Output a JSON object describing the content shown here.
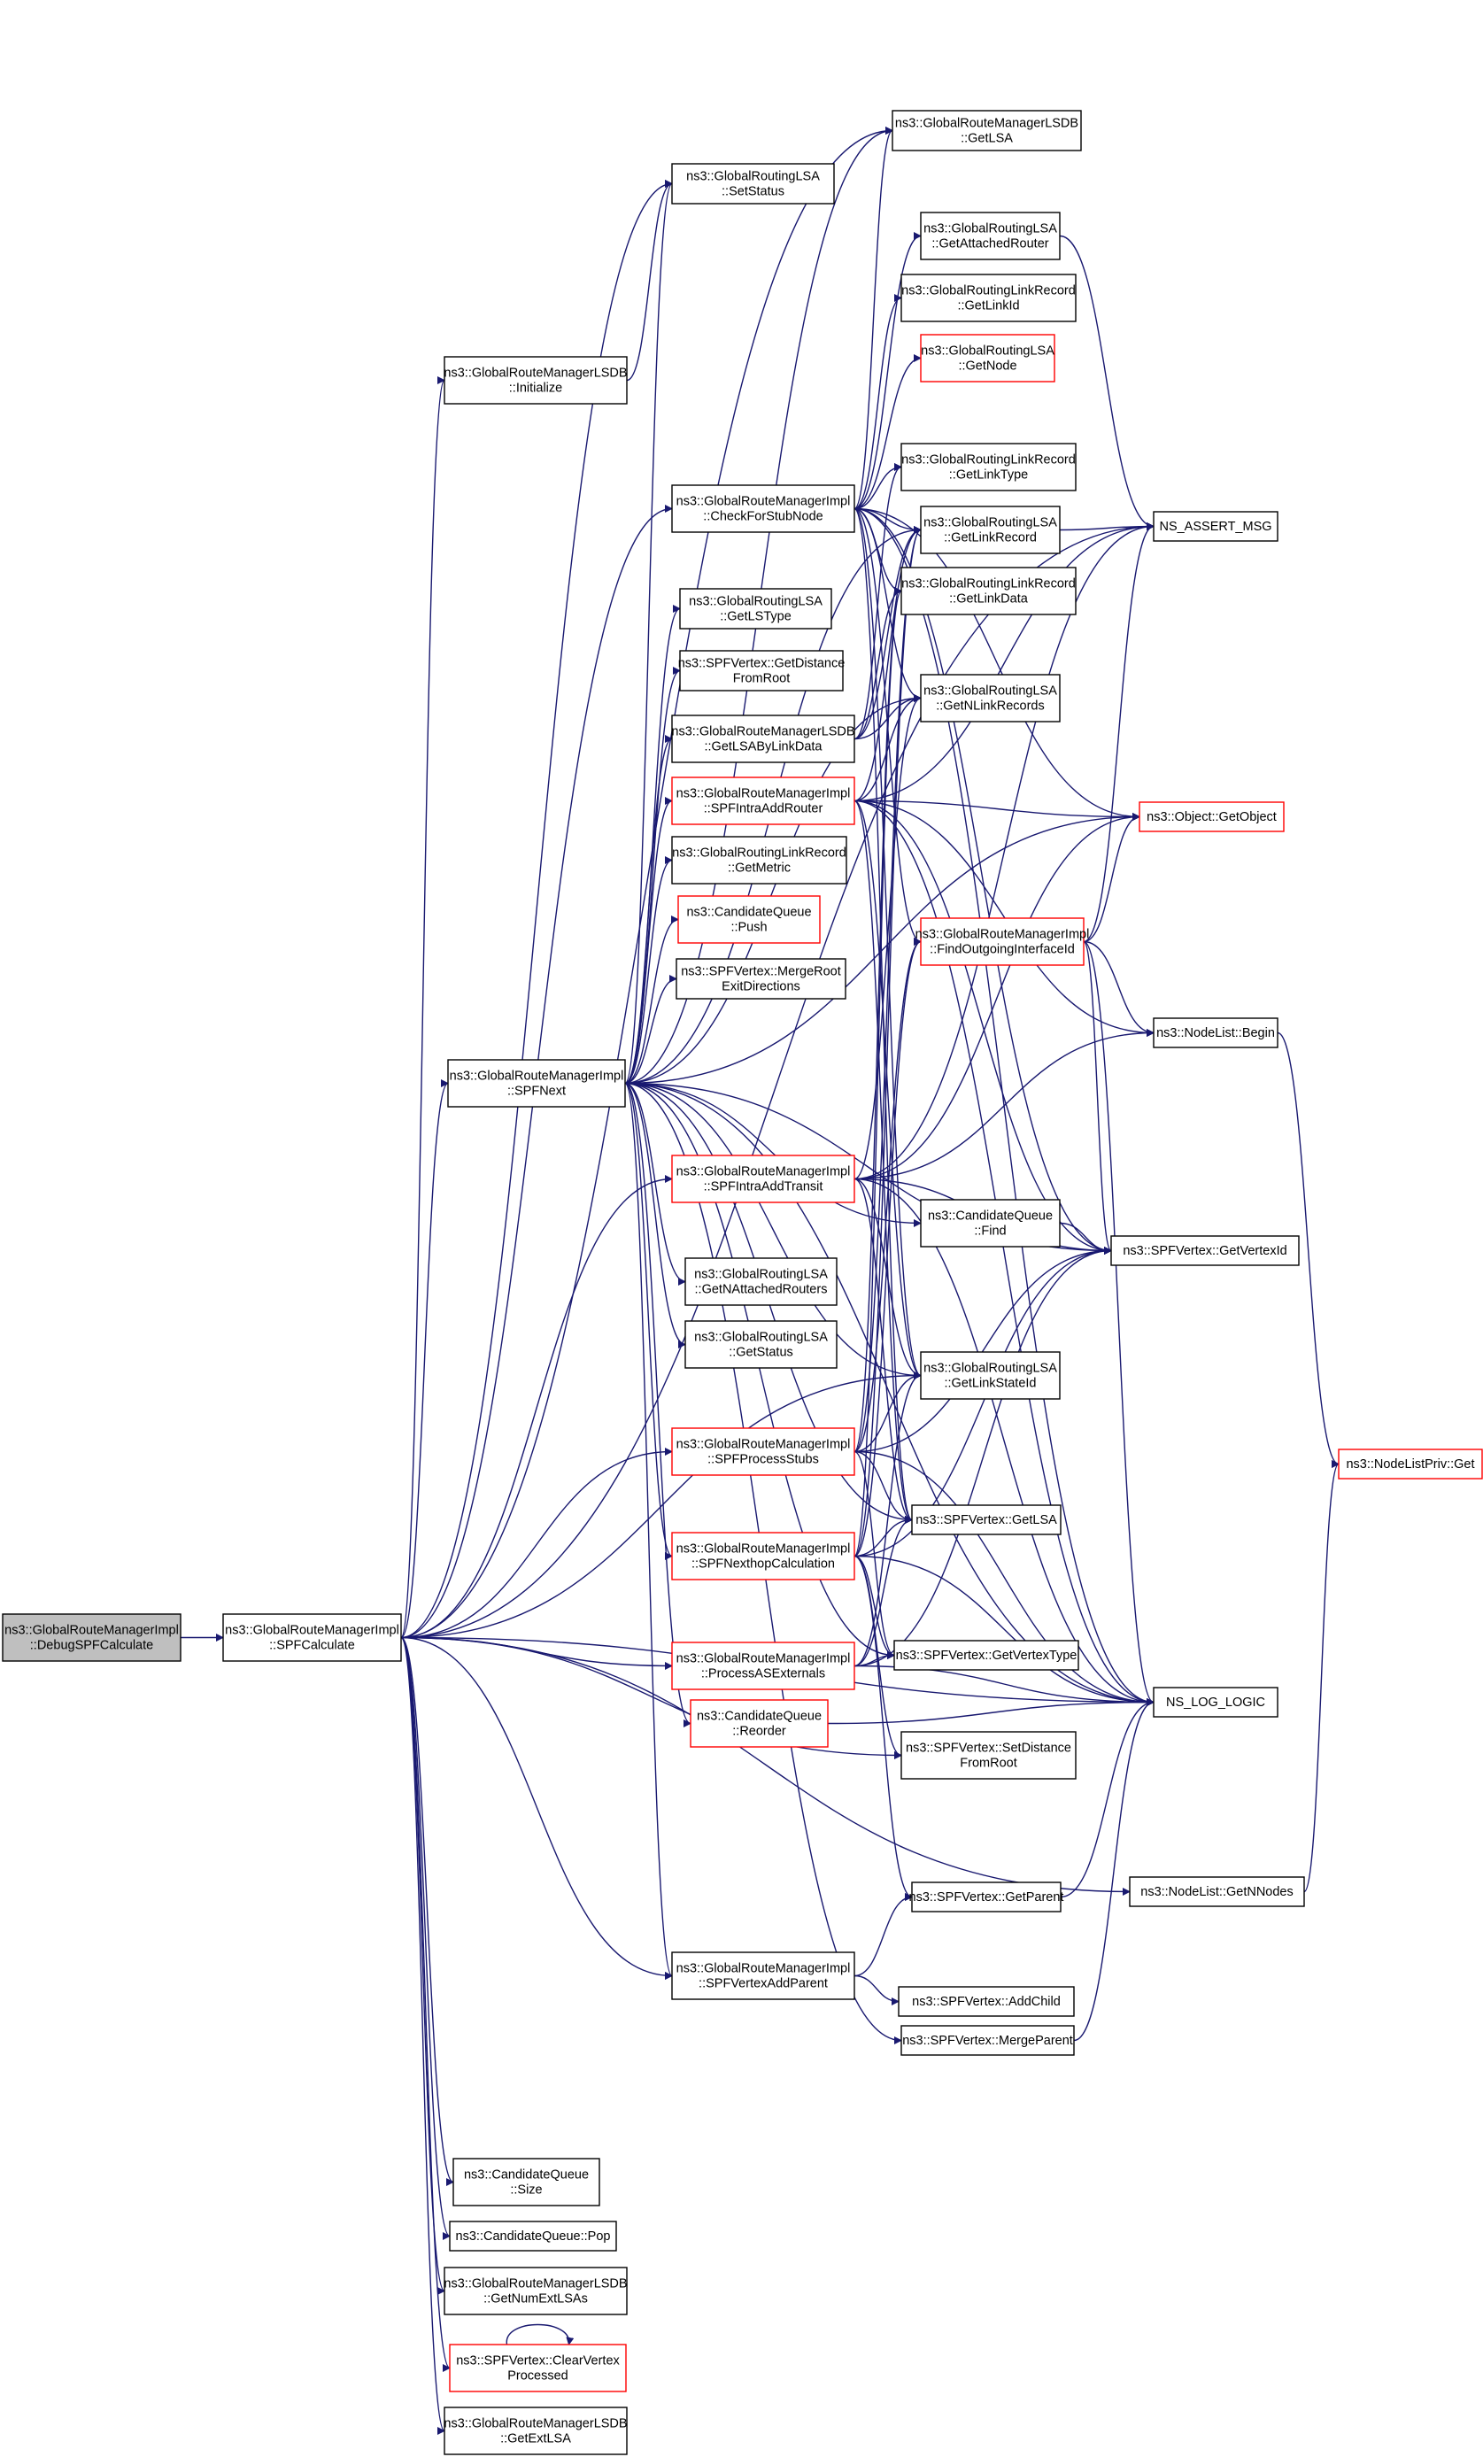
{
  "nodes": [
    {
      "id": "debug",
      "lines": [
        "ns3::GlobalRouteManagerImpl",
        "::DebugSPFCalculate"
      ],
      "variant": "root",
      "link": false
    },
    {
      "id": "spfcalc",
      "lines": [
        "ns3::GlobalRouteManagerImpl",
        "::SPFCalculate"
      ],
      "variant": "normal",
      "link": true
    },
    {
      "id": "lsdbgetlsa",
      "lines": [
        "ns3::GlobalRouteManagerLSDB",
        "::GetLSA"
      ],
      "variant": "normal",
      "link": true
    },
    {
      "id": "setstatus",
      "lines": [
        "ns3::GlobalRoutingLSA",
        "::SetStatus"
      ],
      "variant": "normal",
      "link": true
    },
    {
      "id": "getattached",
      "lines": [
        "ns3::GlobalRoutingLSA",
        "::GetAttachedRouter"
      ],
      "variant": "normal",
      "link": true
    },
    {
      "id": "lsdbinit",
      "lines": [
        "ns3::GlobalRouteManagerLSDB",
        "::Initialize"
      ],
      "variant": "normal",
      "link": true
    },
    {
      "id": "getlinkid",
      "lines": [
        "ns3::GlobalRoutingLinkRecord",
        "::GetLinkId"
      ],
      "variant": "normal",
      "link": true
    },
    {
      "id": "getnode",
      "lines": [
        "ns3::GlobalRoutingLSA",
        "::GetNode"
      ],
      "variant": "red",
      "link": true
    },
    {
      "id": "getlinktype",
      "lines": [
        "ns3::GlobalRoutingLinkRecord",
        "::GetLinkType"
      ],
      "variant": "normal",
      "link": true
    },
    {
      "id": "checkstub",
      "lines": [
        "ns3::GlobalRouteManagerImpl",
        "::CheckForStubNode"
      ],
      "variant": "normal",
      "link": true
    },
    {
      "id": "getlinkrecord",
      "lines": [
        "ns3::GlobalRoutingLSA",
        "::GetLinkRecord"
      ],
      "variant": "normal",
      "link": true
    },
    {
      "id": "assertmsg",
      "lines": [
        "NS_ASSERT_MSG"
      ],
      "variant": "normal",
      "link": true
    },
    {
      "id": "getlinkdata",
      "lines": [
        "ns3::GlobalRoutingLinkRecord",
        "::GetLinkData"
      ],
      "variant": "normal",
      "link": true
    },
    {
      "id": "getlstype",
      "lines": [
        "ns3::GlobalRoutingLSA",
        "::GetLSType"
      ],
      "variant": "normal",
      "link": true
    },
    {
      "id": "getdistance",
      "lines": [
        "ns3::SPFVertex::GetDistance",
        "FromRoot"
      ],
      "variant": "normal",
      "link": true
    },
    {
      "id": "getnlinkrecords",
      "lines": [
        "ns3::GlobalRoutingLSA",
        "::GetNLinkRecords"
      ],
      "variant": "normal",
      "link": true
    },
    {
      "id": "getlsabylinkdata",
      "lines": [
        "ns3::GlobalRouteManagerLSDB",
        "::GetLSAByLinkData"
      ],
      "variant": "normal",
      "link": true
    },
    {
      "id": "spfintraaddrouter",
      "lines": [
        "ns3::GlobalRouteManagerImpl",
        "::SPFIntraAddRouter"
      ],
      "variant": "red",
      "link": true
    },
    {
      "id": "getobject",
      "lines": [
        "ns3::Object::GetObject"
      ],
      "variant": "red",
      "link": true
    },
    {
      "id": "getmetric",
      "lines": [
        "ns3::GlobalRoutingLinkRecord",
        "::GetMetric"
      ],
      "variant": "normal",
      "link": true
    },
    {
      "id": "cqpush",
      "lines": [
        "ns3::CandidateQueue",
        "::Push"
      ],
      "variant": "red",
      "link": true
    },
    {
      "id": "findoutgoing",
      "lines": [
        "ns3::GlobalRouteManagerImpl",
        "::FindOutgoingInterfaceId"
      ],
      "variant": "red",
      "link": true
    },
    {
      "id": "mergeroot",
      "lines": [
        "ns3::SPFVertex::MergeRoot",
        "ExitDirections"
      ],
      "variant": "normal",
      "link": true
    },
    {
      "id": "nodelistbegin",
      "lines": [
        "ns3::NodeList::Begin"
      ],
      "variant": "normal",
      "link": true
    },
    {
      "id": "spfnext",
      "lines": [
        "ns3::GlobalRouteManagerImpl",
        "::SPFNext"
      ],
      "variant": "normal",
      "link": true
    },
    {
      "id": "spfintraaddtransit",
      "lines": [
        "ns3::GlobalRouteManagerImpl",
        "::SPFIntraAddTransit"
      ],
      "variant": "red",
      "link": true
    },
    {
      "id": "cqfind",
      "lines": [
        "ns3::CandidateQueue",
        "::Find"
      ],
      "variant": "normal",
      "link": true
    },
    {
      "id": "getvertexid",
      "lines": [
        "ns3::SPFVertex::GetVertexId"
      ],
      "variant": "normal",
      "link": true
    },
    {
      "id": "getnattached",
      "lines": [
        "ns3::GlobalRoutingLSA",
        "::GetNAttachedRouters"
      ],
      "variant": "normal",
      "link": true
    },
    {
      "id": "getstatus",
      "lines": [
        "ns3::GlobalRoutingLSA",
        "::GetStatus"
      ],
      "variant": "normal",
      "link": true
    },
    {
      "id": "getlinkstateid",
      "lines": [
        "ns3::GlobalRoutingLSA",
        "::GetLinkStateId"
      ],
      "variant": "normal",
      "link": true
    },
    {
      "id": "nodelistprivget",
      "lines": [
        "ns3::NodeListPriv::Get"
      ],
      "variant": "red",
      "link": true
    },
    {
      "id": "spfprocessstubs",
      "lines": [
        "ns3::GlobalRouteManagerImpl",
        "::SPFProcessStubs"
      ],
      "variant": "red",
      "link": true
    },
    {
      "id": "spfvertexgetlsa",
      "lines": [
        "ns3::SPFVertex::GetLSA"
      ],
      "variant": "normal",
      "link": true
    },
    {
      "id": "spfnexthop",
      "lines": [
        "ns3::GlobalRouteManagerImpl",
        "::SPFNexthopCalculation"
      ],
      "variant": "red",
      "link": true
    },
    {
      "id": "processasext",
      "lines": [
        "ns3::GlobalRouteManagerImpl",
        "::ProcessASExternals"
      ],
      "variant": "red",
      "link": true
    },
    {
      "id": "getvertextype",
      "lines": [
        "ns3::SPFVertex::GetVertexType"
      ],
      "variant": "normal",
      "link": true
    },
    {
      "id": "nslog",
      "lines": [
        "NS_LOG_LOGIC"
      ],
      "variant": "normal",
      "link": true
    },
    {
      "id": "cqreorder",
      "lines": [
        "ns3::CandidateQueue",
        "::Reorder"
      ],
      "variant": "red",
      "link": true
    },
    {
      "id": "setdistance",
      "lines": [
        "ns3::SPFVertex::SetDistance",
        "FromRoot"
      ],
      "variant": "normal",
      "link": true
    },
    {
      "id": "getparent",
      "lines": [
        "ns3::SPFVertex::GetParent"
      ],
      "variant": "normal",
      "link": true
    },
    {
      "id": "getnnodes",
      "lines": [
        "ns3::NodeList::GetNNodes"
      ],
      "variant": "normal",
      "link": true
    },
    {
      "id": "spfvertexaddparent",
      "lines": [
        "ns3::GlobalRouteManagerImpl",
        "::SPFVertexAddParent"
      ],
      "variant": "normal",
      "link": true
    },
    {
      "id": "addchild",
      "lines": [
        "ns3::SPFVertex::AddChild"
      ],
      "variant": "normal",
      "link": true
    },
    {
      "id": "mergeparent",
      "lines": [
        "ns3::SPFVertex::MergeParent"
      ],
      "variant": "normal",
      "link": true
    },
    {
      "id": "cqsize",
      "lines": [
        "ns3::CandidateQueue",
        "::Size"
      ],
      "variant": "normal",
      "link": true
    },
    {
      "id": "cqpop",
      "lines": [
        "ns3::CandidateQueue::Pop"
      ],
      "variant": "normal",
      "link": true
    },
    {
      "id": "getnumext",
      "lines": [
        "ns3::GlobalRouteManagerLSDB",
        "::GetNumExtLSAs"
      ],
      "variant": "normal",
      "link": true
    },
    {
      "id": "clearvertex",
      "lines": [
        "ns3::SPFVertex::ClearVertex",
        "Processed"
      ],
      "variant": "red",
      "link": true
    },
    {
      "id": "getextlsa",
      "lines": [
        "ns3::GlobalRouteManagerLSDB",
        "::GetExtLSA"
      ],
      "variant": "normal",
      "link": true
    }
  ],
  "edges": [
    [
      "debug",
      "spfcalc"
    ],
    [
      "spfcalc",
      "lsdbgetlsa"
    ],
    [
      "spfcalc",
      "setstatus"
    ],
    [
      "spfcalc",
      "lsdbinit"
    ],
    [
      "spfcalc",
      "checkstub"
    ],
    [
      "spfcalc",
      "spfnext"
    ],
    [
      "spfcalc",
      "spfintraaddtransit"
    ],
    [
      "spfcalc",
      "getlinkstateid"
    ],
    [
      "spfcalc",
      "spfprocessstubs"
    ],
    [
      "spfcalc",
      "processasext"
    ],
    [
      "spfcalc",
      "setdistance"
    ],
    [
      "spfcalc",
      "spfvertexaddparent"
    ],
    [
      "spfcalc",
      "nslog"
    ],
    [
      "spfcalc",
      "assertmsg"
    ],
    [
      "spfcalc",
      "getnnodes"
    ],
    [
      "spfcalc",
      "cqsize"
    ],
    [
      "spfcalc",
      "cqpop"
    ],
    [
      "spfcalc",
      "getnumext"
    ],
    [
      "spfcalc",
      "clearvertex"
    ],
    [
      "spfcalc",
      "getextlsa"
    ],
    [
      "lsdbinit",
      "setstatus"
    ],
    [
      "checkstub",
      "getattached"
    ],
    [
      "checkstub",
      "getlinkid"
    ],
    [
      "checkstub",
      "getnode"
    ],
    [
      "checkstub",
      "getlinktype"
    ],
    [
      "checkstub",
      "getlinkrecord"
    ],
    [
      "checkstub",
      "getlinkdata"
    ],
    [
      "checkstub",
      "getnlinkrecords"
    ],
    [
      "checkstub",
      "findoutgoing"
    ],
    [
      "checkstub",
      "getvertexid"
    ],
    [
      "checkstub",
      "getlinkstateid"
    ],
    [
      "checkstub",
      "spfvertexgetlsa"
    ],
    [
      "checkstub",
      "nslog"
    ],
    [
      "checkstub",
      "lsdbgetlsa"
    ],
    [
      "checkstub",
      "getobject"
    ],
    [
      "getattached",
      "assertmsg"
    ],
    [
      "getlinkrecord",
      "assertmsg"
    ],
    [
      "getlsabylinkdata",
      "getlinkrecord"
    ],
    [
      "getlsabylinkdata",
      "getlinkdata"
    ],
    [
      "getlsabylinkdata",
      "getnlinkrecords"
    ],
    [
      "getlsabylinkdata",
      "getlinktype"
    ],
    [
      "spfintraaddrouter",
      "getobject"
    ],
    [
      "spfintraaddrouter",
      "nodelistbegin"
    ],
    [
      "spfintraaddrouter",
      "getlinkrecord"
    ],
    [
      "spfintraaddrouter",
      "getnlinkrecords"
    ],
    [
      "spfintraaddrouter",
      "getlinkstateid"
    ],
    [
      "spfintraaddrouter",
      "spfvertexgetlsa"
    ],
    [
      "spfintraaddrouter",
      "getvertexid"
    ],
    [
      "spfintraaddrouter",
      "nslog"
    ],
    [
      "spfintraaddrouter",
      "assertmsg"
    ],
    [
      "findoutgoing",
      "getobject"
    ],
    [
      "findoutgoing",
      "nodelistbegin"
    ],
    [
      "findoutgoing",
      "getvertexid"
    ],
    [
      "findoutgoing",
      "nslog"
    ],
    [
      "findoutgoing",
      "assertmsg"
    ],
    [
      "nodelistbegin",
      "nodelistprivget"
    ],
    [
      "spfnext",
      "setstatus"
    ],
    [
      "spfnext",
      "getlstype"
    ],
    [
      "spfnext",
      "getdistance"
    ],
    [
      "spfnext",
      "getlsabylinkdata"
    ],
    [
      "spfnext",
      "spfintraaddrouter"
    ],
    [
      "spfnext",
      "getmetric"
    ],
    [
      "spfnext",
      "cqpush"
    ],
    [
      "spfnext",
      "mergeroot"
    ],
    [
      "spfnext",
      "getobject"
    ],
    [
      "spfnext",
      "cqfind"
    ],
    [
      "spfnext",
      "getvertexid"
    ],
    [
      "spfnext",
      "getnattached"
    ],
    [
      "spfnext",
      "getstatus"
    ],
    [
      "spfnext",
      "spfnexthop"
    ],
    [
      "spfnext",
      "cqreorder"
    ],
    [
      "spfnext",
      "spfvertexaddparent"
    ],
    [
      "spfnext",
      "getlinkrecord"
    ],
    [
      "spfnext",
      "getnlinkrecords"
    ],
    [
      "spfnext",
      "getlinkstateid"
    ],
    [
      "spfnext",
      "spfvertexgetlsa"
    ],
    [
      "spfnext",
      "lsdbgetlsa"
    ],
    [
      "spfnext",
      "nslog"
    ],
    [
      "spfnext",
      "mergeparent"
    ],
    [
      "spfnext",
      "getvertextype"
    ],
    [
      "spfintraaddtransit",
      "getobject"
    ],
    [
      "spfintraaddtransit",
      "nodelistbegin"
    ],
    [
      "spfintraaddtransit",
      "getlinkstateid"
    ],
    [
      "spfintraaddtransit",
      "spfvertexgetlsa"
    ],
    [
      "spfintraaddtransit",
      "getvertexid"
    ],
    [
      "spfintraaddtransit",
      "nslog"
    ],
    [
      "spfintraaddtransit",
      "getnlinkrecords"
    ],
    [
      "spfintraaddtransit",
      "assertmsg"
    ],
    [
      "cqfind",
      "getvertexid"
    ],
    [
      "spfprocessstubs",
      "getlinkstateid"
    ],
    [
      "spfprocessstubs",
      "spfvertexgetlsa"
    ],
    [
      "spfprocessstubs",
      "getvertexid"
    ],
    [
      "spfprocessstubs",
      "getvertextype"
    ],
    [
      "spfprocessstubs",
      "nslog"
    ],
    [
      "spfprocessstubs",
      "getlinkrecord"
    ],
    [
      "spfprocessstubs",
      "getlinkdata"
    ],
    [
      "spfprocessstubs",
      "findoutgoing"
    ],
    [
      "spfnexthop",
      "spfvertexgetlsa"
    ],
    [
      "spfnexthop",
      "getvertextype"
    ],
    [
      "spfnexthop",
      "setdistance"
    ],
    [
      "spfnexthop",
      "getparent"
    ],
    [
      "spfnexthop",
      "nslog"
    ],
    [
      "spfnexthop",
      "findoutgoing"
    ],
    [
      "spfnexthop",
      "getlinkrecord"
    ],
    [
      "spfnexthop",
      "getvertexid"
    ],
    [
      "spfnexthop",
      "getlinkdata"
    ],
    [
      "processasext",
      "getvertextype"
    ],
    [
      "processasext",
      "spfvertexgetlsa"
    ],
    [
      "processasext",
      "getvertexid"
    ],
    [
      "processasext",
      "nslog"
    ],
    [
      "processasext",
      "getlinkstateid"
    ],
    [
      "cqreorder",
      "nslog"
    ],
    [
      "getparent",
      "nslog"
    ],
    [
      "spfvertexaddparent",
      "getparent"
    ],
    [
      "spfvertexaddparent",
      "addchild"
    ],
    [
      "mergeparent",
      "nslog"
    ],
    [
      "getnnodes",
      "nodelistprivget"
    ],
    [
      "clearvertex",
      "clearvertex"
    ]
  ]
}
